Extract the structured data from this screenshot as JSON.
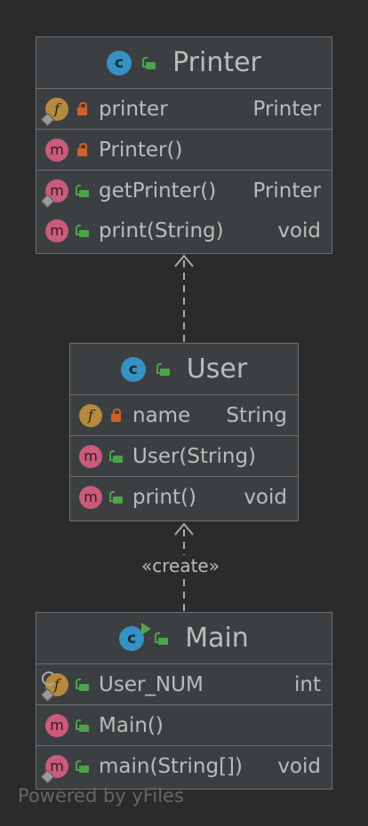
{
  "classes": [
    {
      "name": "Printer",
      "fields": [
        {
          "name": "printer",
          "type": "Printer"
        }
      ],
      "constructors": [
        {
          "name": "Printer()",
          "type": ""
        }
      ],
      "methods": [
        {
          "name": "getPrinter()",
          "type": "Printer"
        },
        {
          "name": "print(String)",
          "type": "void"
        }
      ]
    },
    {
      "name": "User",
      "fields": [
        {
          "name": "name",
          "type": "String"
        }
      ],
      "constructors": [
        {
          "name": "User(String)",
          "type": ""
        }
      ],
      "methods": [
        {
          "name": "print()",
          "type": "void"
        }
      ]
    },
    {
      "name": "Main",
      "fields": [
        {
          "name": "User_NUM",
          "type": "int"
        }
      ],
      "constructors": [
        {
          "name": "Main()",
          "type": ""
        }
      ],
      "methods": [
        {
          "name": "main(String[])",
          "type": "void"
        }
      ]
    }
  ],
  "edges": [
    {
      "from": "User",
      "to": "Printer",
      "label": ""
    },
    {
      "from": "Main",
      "to": "User",
      "label": "«create»"
    }
  ],
  "badges": {
    "class": "c",
    "field": "f",
    "method": "m"
  },
  "watermark": "Powered by yFiles",
  "colors": {
    "background": "#2b2b2b",
    "box": "#3c3f41",
    "border": "#6e6e6e",
    "text": "#bbbbbb",
    "class_badge": "#3592c4",
    "field_badge": "#b48a3e",
    "method_badge": "#c95b7b",
    "private": "#d1602b",
    "public": "#4ca34a"
  }
}
